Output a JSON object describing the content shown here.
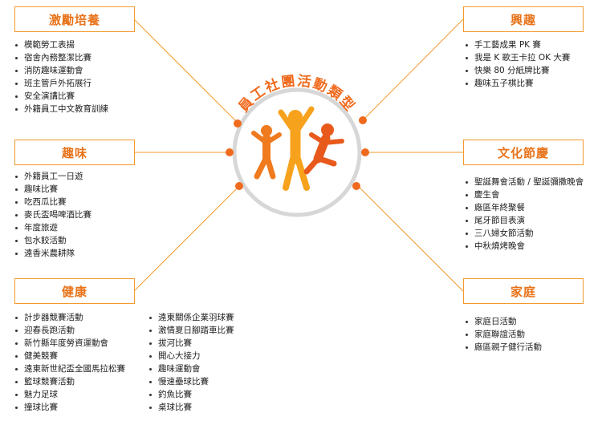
{
  "title": "員工社團活動類型",
  "colors": {
    "accent": "#e8731a",
    "border": "#f39a2c",
    "ring": "#d7d7d7"
  },
  "categories": [
    {
      "key": "incentive",
      "label": "激勵培養",
      "items": [
        "模範勞工表揚",
        "宿舍內務整潔比賽",
        "消防趣味運動會",
        "班主管戶外拓展行",
        "安全演講比賽",
        "外籍員工中文教育訓練"
      ]
    },
    {
      "key": "fun",
      "label": "趣味",
      "items": [
        "外籍員工一日遊",
        "趣味比賽",
        "吃西瓜比賽",
        "麥氏盃喝啤酒比賽",
        "年度旅遊",
        "包水餃活動",
        "遠香米農耕隊"
      ]
    },
    {
      "key": "health",
      "label": "健康",
      "items": [
        "計步器競賽活動",
        "迎春長跑活動",
        "新竹縣年度勞資運動會",
        "健美競賽",
        "遠東新世紀盃全國馬拉松賽",
        "籃球競賽活動",
        "魅力足球",
        "撞球比賽"
      ],
      "items2": [
        "遠東關係企業羽球賽",
        "激情夏日腳踏車比賽",
        "拔河比賽",
        "開心大接力",
        "趣味運動會",
        "慢速壘球比賽",
        "釣魚比賽",
        "桌球比賽"
      ]
    },
    {
      "key": "interest",
      "label": "興趣",
      "items": [
        "手工藝成果 PK 賽",
        "我是 K 歌王卡拉 OK 大賽",
        "快樂 80 分紙牌比賽",
        "趣味五子棋比賽"
      ]
    },
    {
      "key": "festival",
      "label": "文化節慶",
      "items": [
        "聖誕舞會活動 / 聖誕彌撒晚會",
        "慶生會",
        "廠區年終聚餐",
        "尾牙節目表演",
        "三八婦女節活動",
        "中秋燒烤晚會"
      ]
    },
    {
      "key": "family",
      "label": "家庭",
      "items": [
        "家庭日活動",
        "家庭聯誼活動",
        "廠區親子健行活動"
      ]
    }
  ]
}
